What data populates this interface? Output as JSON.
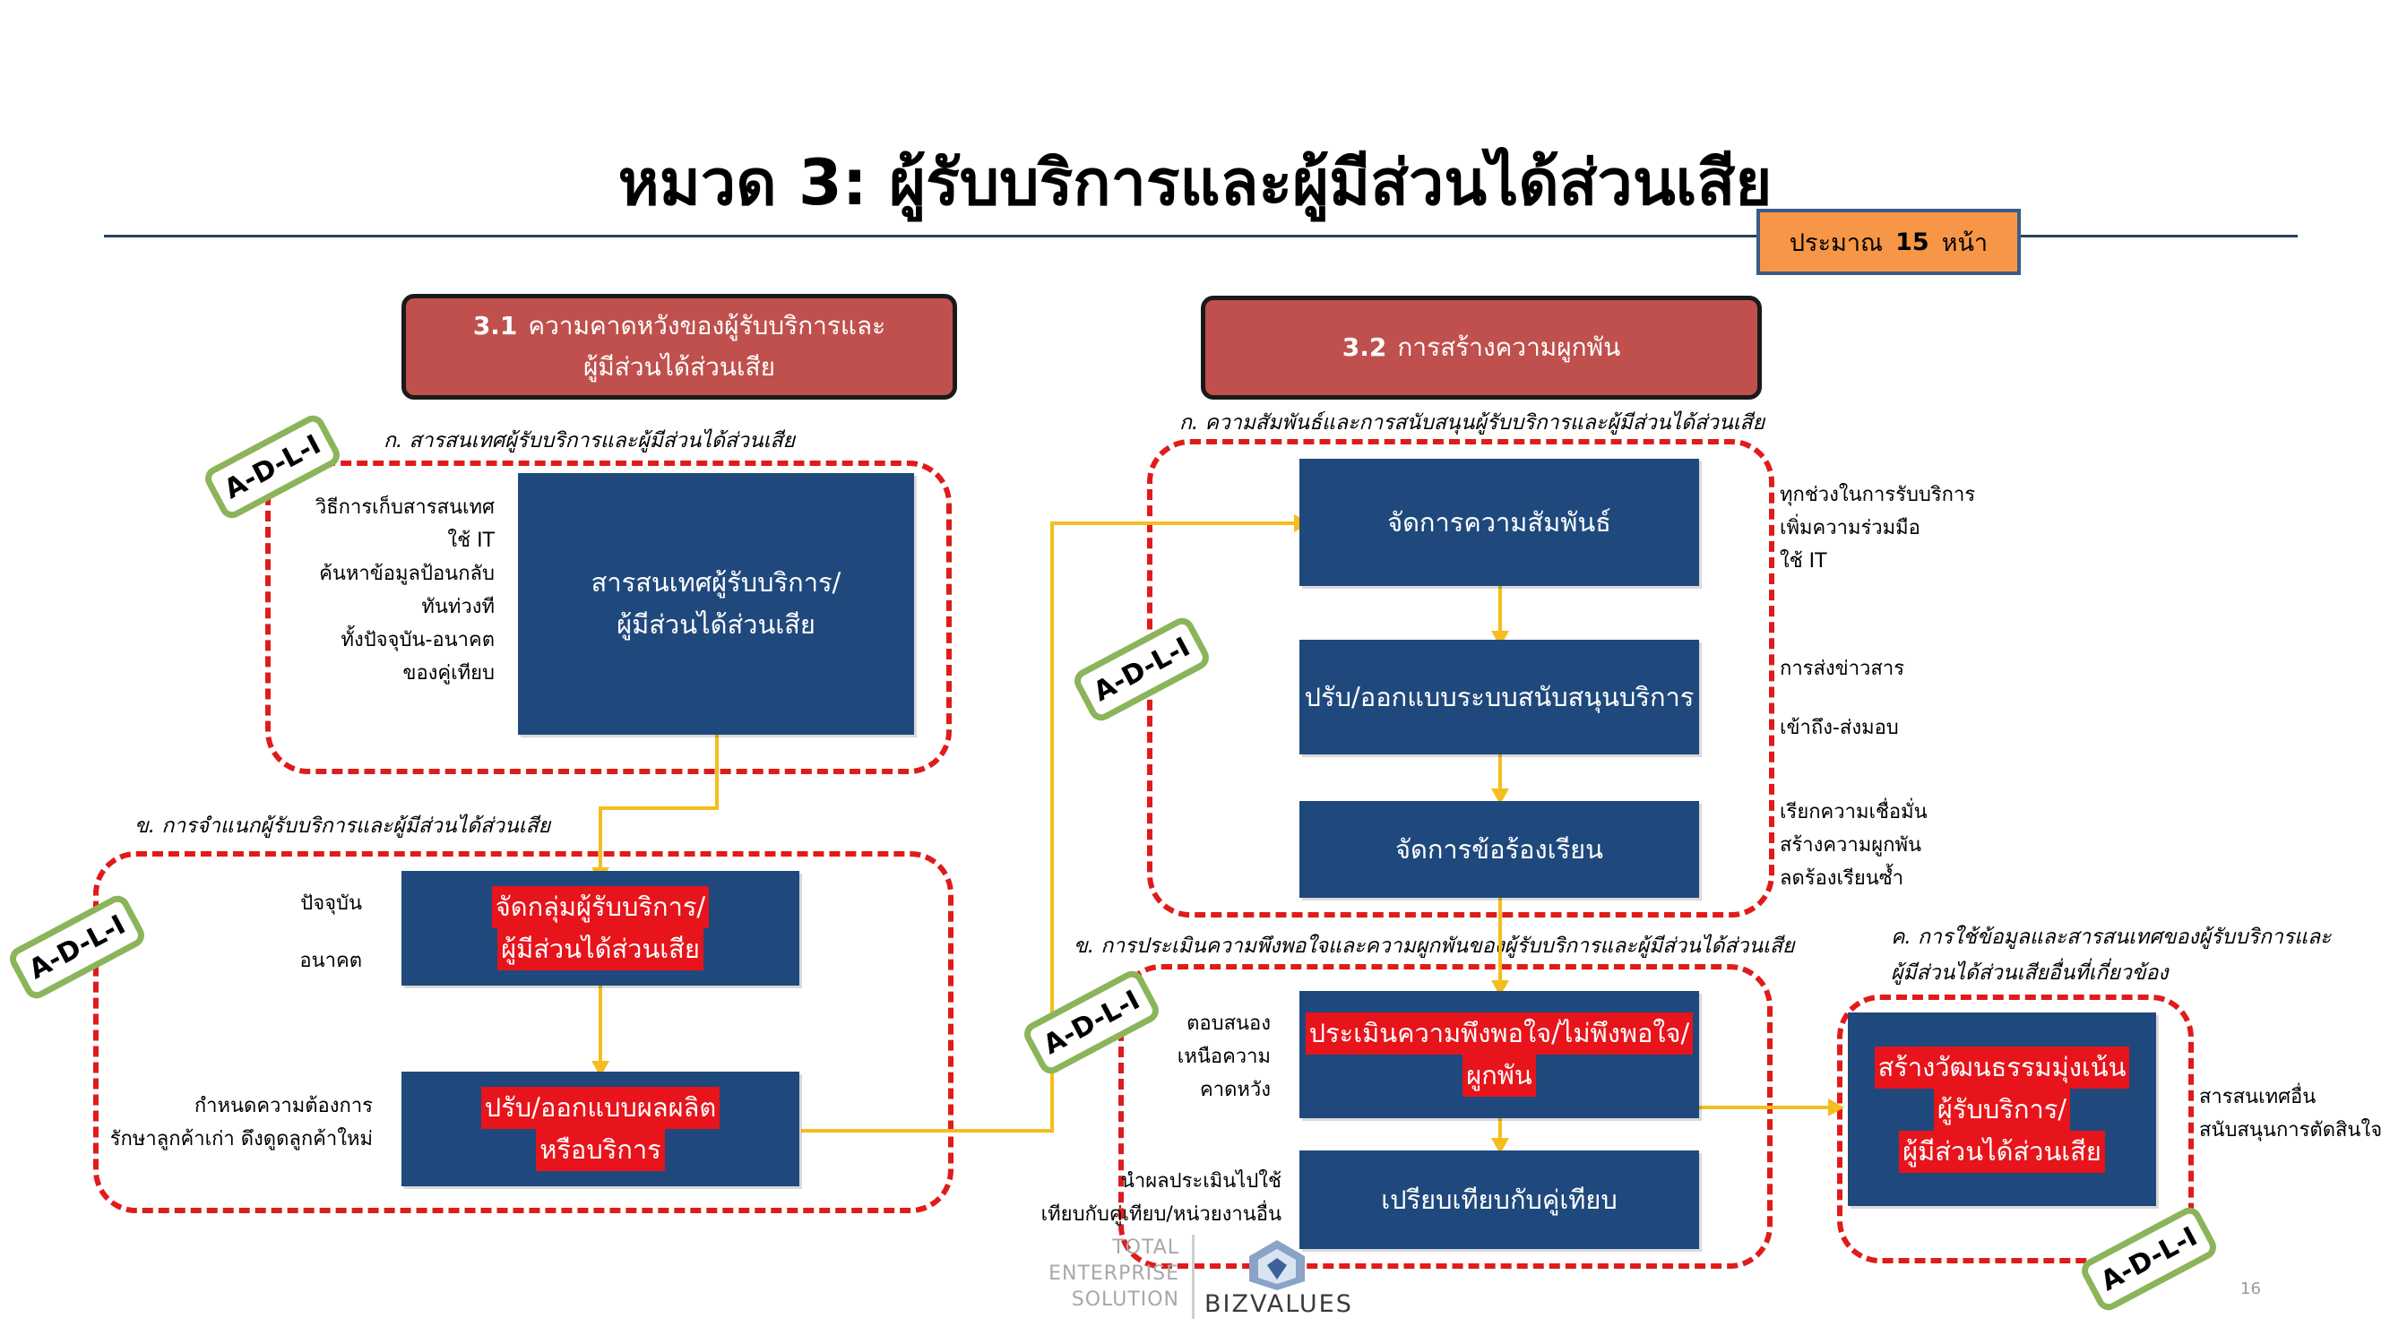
{
  "title": "หมวด 3: ผู้รับบริการและผู้มีส่วนได้ส่วนเสีย",
  "pages": {
    "prefix": "ประมาณ",
    "num": "15",
    "suffix": "หน้า"
  },
  "h31": {
    "num": "3.1",
    "l1": "ความคาดหวังของผู้รับบริการและ",
    "l2": "ผู้มีส่วนได้ส่วนเสีย"
  },
  "h32": {
    "num": "3.2",
    "text": "การสร้างความผูกพัน"
  },
  "sec_a1": "ก. สารสนเทศผู้รับบริการและผู้มีส่วนได้ส่วนเสีย",
  "sec_b1": "ข. การจำแนกผู้รับบริการและผู้มีส่วนได้ส่วนเสีย",
  "sec_a2": "ก. ความสัมพันธ์และการสนับสนุนผู้รับบริการและผู้มีส่วนได้ส่วนเสีย",
  "sec_b2": "ข. การประเมินความพึงพอใจและความผูกพันของผู้รับบริการและผู้มีส่วนได้ส่วนเสีย",
  "sec_c2": {
    "l1": "ค. การใช้ข้อมูลและสารสนเทศของผู้รับบริการและ",
    "l2": "ผู้มีส่วนได้ส่วนเสียอื่นที่เกี่ยวข้อง"
  },
  "box_info": {
    "l1": "สารสนเทศผู้รับบริการ/",
    "l2": "ผู้มีส่วนได้ส่วนเสีย"
  },
  "box_group": {
    "l1": "จัดกลุ่มผู้รับบริการ/",
    "l2": "ผู้มีส่วนได้ส่วนเสีย"
  },
  "box_product": {
    "l1": "ปรับ/ออกแบบผลผลิต",
    "l2": "หรือบริการ"
  },
  "box_rel": "จัดการความสัมพันธ์",
  "box_support": "ปรับ/ออกแบบระบบสนับสนุนบริการ",
  "box_complaint": "จัดการข้อร้องเรียน",
  "box_eval": {
    "l1": "ประเมินความพึงพอใจ/ไม่พึงพอใจ/",
    "l2": "ผูกพัน"
  },
  "box_compare": "เปรียบเทียบกับคู่เทียบ",
  "box_culture": {
    "l1": "สร้างวัฒนธรรมมุ่งเน้น",
    "l2": "ผู้รับบริการ/",
    "l3": "ผู้มีส่วนได้ส่วนเสีย"
  },
  "labels": {
    "info": [
      "วิธีการเก็บสารสนเทศ",
      "ใช้ IT",
      "ค้นหาข้อมูลป้อนกลับ",
      "ทันท่วงที",
      "ทั้งปัจจุบัน-อนาคต",
      "ของคู่เทียบ"
    ],
    "present": "ปัจจุบัน",
    "future": "อนาคต",
    "needs": [
      "กำหนดความต้องการ",
      "รักษาลูกค้าเก่า  ดึงดูดลูกค้าใหม่"
    ],
    "rel": [
      "ทุกช่วงในการรับบริการ",
      "เพิ่มความร่วมมือ",
      "ใช้ IT"
    ],
    "news": "การส่งข่าวสาร",
    "access": "เข้าถึง-ส่งมอบ",
    "complaint": [
      "เรียกความเชื่อมั่น",
      "สร้างความผูกพัน",
      "ลดร้องเรียนซ้ำ"
    ],
    "response": [
      "ตอบสนอง",
      "เหนือความ",
      "คาดหวัง"
    ],
    "results": [
      "นำผลประเมินไปใช้",
      "เทียบกับคู่เทียบ/หน่วยงานอื่น"
    ],
    "other": [
      "สารสนเทศอื่น",
      "สนับสนุนการตัดสินใจ"
    ]
  },
  "badge": "A-D-L-I",
  "logo": {
    "l1": "TOTAL",
    "l2": "ENTERPRISE",
    "l3": "SOLUTION",
    "brand": "BIZVALUES"
  },
  "page_number": "16",
  "colors": {
    "navy": "#1f497d",
    "header_red": "#c0504d",
    "dash_red": "#e01b1b",
    "arrow": "#f5bd1f",
    "badge_green": "#8cb45a",
    "orange": "#f79646"
  }
}
